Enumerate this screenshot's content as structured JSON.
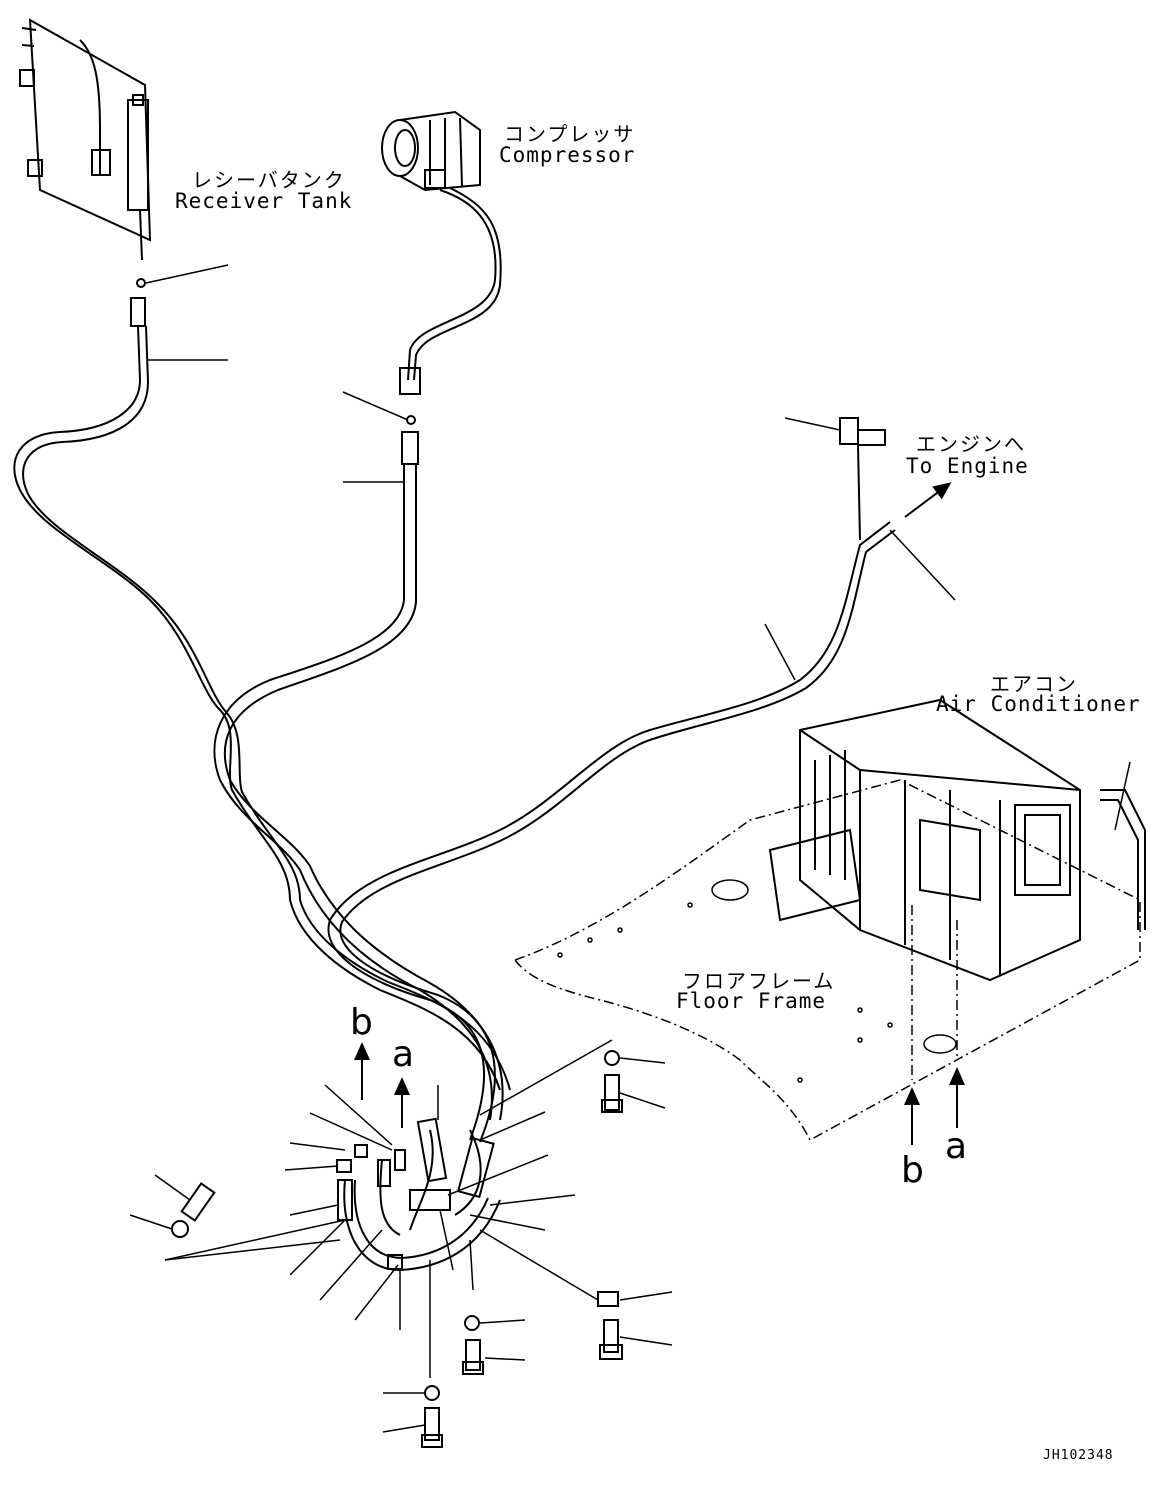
{
  "labels": {
    "receiver_tank": {
      "jp": "レシーバタンク",
      "en": "Receiver Tank"
    },
    "compressor": {
      "jp": "コンプレッサ",
      "en": "Compressor"
    },
    "to_engine": {
      "jp": "エンジンへ",
      "en": "To Engine"
    },
    "air_conditioner": {
      "jp": "エアコン",
      "en": "Air Conditioner"
    },
    "floor_frame": {
      "jp": "フロアフレーム",
      "en": "Floor Frame"
    },
    "ref_a": "a",
    "ref_b": "b",
    "drawing_code": "JH102348"
  }
}
